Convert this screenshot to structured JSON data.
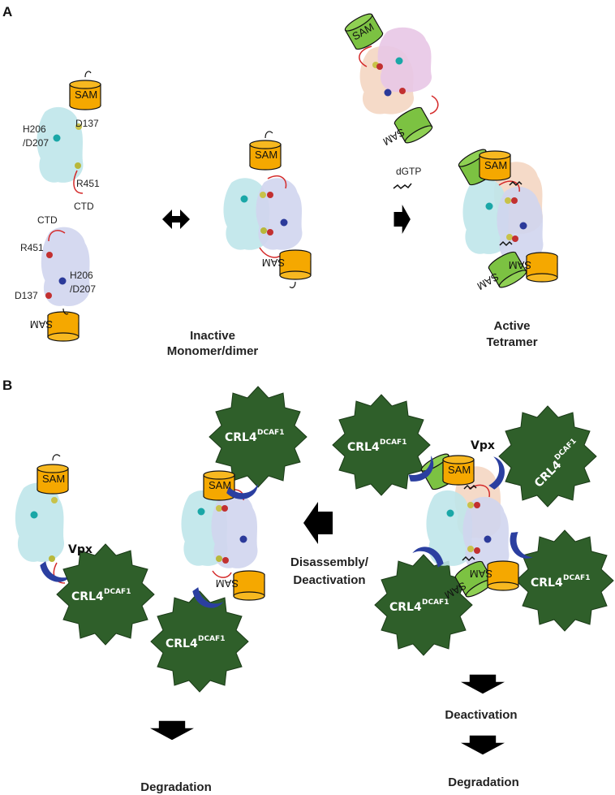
{
  "panels": {
    "a": "A",
    "b": "B"
  },
  "labels": {
    "d137": "D137",
    "h206": "H206",
    "d207": "/D207",
    "r451": "R451",
    "ctd": "CTD",
    "dgtp": "dGTP",
    "sam": "SAM",
    "vpx": "Vpx",
    "crl": "CRL4",
    "crl_sup": "DCAF1"
  },
  "states": {
    "inactive_1": "Inactive",
    "inactive_2": "Monomer/dimer",
    "active_1": "Active",
    "active_2": "Tetramer",
    "disassembly_1": "Disassembly/",
    "disassembly_2": "Deactivation",
    "deactivation": "Deactivation",
    "degradation_left": "Degradation",
    "degradation_right": "Degradation"
  },
  "colors": {
    "sam_orange": "#f5a800",
    "sam_green": "#7cc242",
    "crl_green": "#2f5f2a",
    "vpx_blue": "#2b3fa0",
    "protein_cyan": "#bfe6ea",
    "protein_lavender": "#d0d5ee",
    "protein_pink": "#e8c6e6",
    "protein_peach": "#f4d6c2",
    "linker_red": "#d42a2a"
  }
}
